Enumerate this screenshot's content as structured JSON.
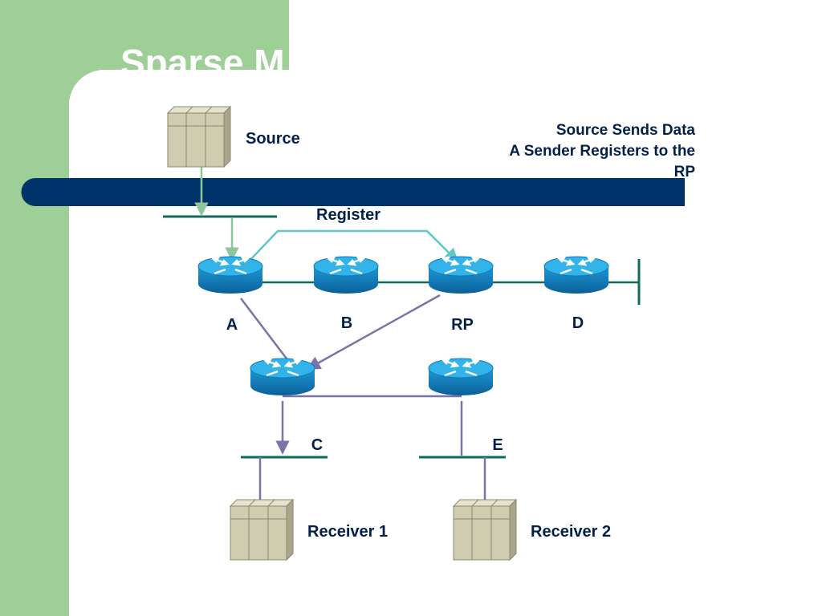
{
  "slide": {
    "title": "Sparse M"
  },
  "caption": {
    "line1": "Source Sends Data",
    "line2": "A Sender Registers to the",
    "line3": "RP"
  },
  "nodes": {
    "source": "Source",
    "receiver1": "Receiver 1",
    "receiver2": "Receiver 2",
    "router_a": "A",
    "router_b": "B",
    "router_rp": "RP",
    "router_d": "D",
    "router_c": "C",
    "router_e": "E"
  },
  "edges": {
    "register": "Register"
  },
  "colors": {
    "sidebar": "#9dcf97",
    "title_bar": "#00336a",
    "router_body": "#1a8cc8",
    "router_top": "#31b3e8",
    "lan_segment": "#0e6b5e",
    "link": "#7b72a8",
    "register_path": "#5cc9c4",
    "server": "#cfccaf"
  }
}
